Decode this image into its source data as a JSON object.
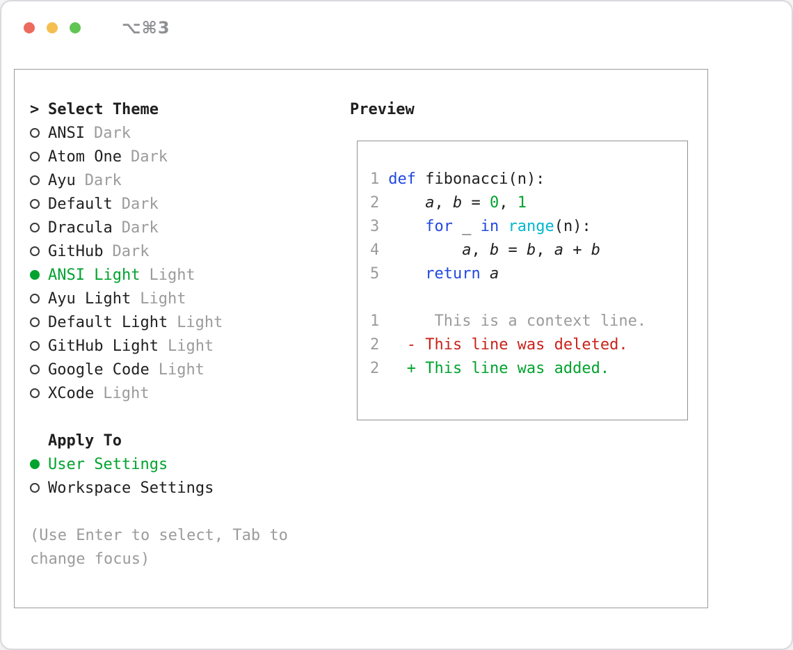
{
  "titlebar": {
    "shortcut": "⌥⌘3"
  },
  "colors": {
    "text": "#1f1f1f",
    "muted": "#9b9b9b",
    "green": "#00a32e",
    "red": "#c9231a",
    "blue": "#2148e0",
    "cyan": "#00b7cf",
    "border": "#9a9a9e",
    "traffic-red": "#ed6a5e",
    "traffic-yellow": "#f5bf4f",
    "traffic-green": "#61c554"
  },
  "theme_selector": {
    "prompt": ">",
    "title": "Select Theme",
    "items": [
      {
        "name": "ANSI",
        "variant": "Dark",
        "selected": false
      },
      {
        "name": "Atom One",
        "variant": "Dark",
        "selected": false
      },
      {
        "name": "Ayu",
        "variant": "Dark",
        "selected": false
      },
      {
        "name": "Default",
        "variant": "Dark",
        "selected": false
      },
      {
        "name": "Dracula",
        "variant": "Dark",
        "selected": false
      },
      {
        "name": "GitHub",
        "variant": "Dark",
        "selected": false
      },
      {
        "name": "ANSI Light",
        "variant": "Light",
        "selected": true
      },
      {
        "name": "Ayu Light",
        "variant": "Light",
        "selected": false
      },
      {
        "name": "Default Light",
        "variant": "Light",
        "selected": false
      },
      {
        "name": "GitHub Light",
        "variant": "Light",
        "selected": false
      },
      {
        "name": "Google Code",
        "variant": "Light",
        "selected": false
      },
      {
        "name": "XCode",
        "variant": "Light",
        "selected": false
      }
    ]
  },
  "apply_to": {
    "title": "Apply To",
    "options": [
      {
        "label": "User Settings",
        "selected": true
      },
      {
        "label": "Workspace Settings",
        "selected": false
      }
    ]
  },
  "hint_lines": [
    "(Use Enter to select, Tab to",
    "change focus)"
  ],
  "preview": {
    "title": "Preview",
    "code_lines": [
      {
        "num": "1",
        "tokens": [
          {
            "t": "def",
            "c": "kw"
          },
          {
            "t": " fibonacci(n):",
            "c": "p"
          }
        ]
      },
      {
        "num": "2",
        "tokens": [
          {
            "t": "    ",
            "c": "p"
          },
          {
            "t": "a",
            "c": "v"
          },
          {
            "t": ", ",
            "c": "p"
          },
          {
            "t": "b",
            "c": "v"
          },
          {
            "t": " = ",
            "c": "p"
          },
          {
            "t": "0",
            "c": "n"
          },
          {
            "t": ", ",
            "c": "p"
          },
          {
            "t": "1",
            "c": "n"
          }
        ]
      },
      {
        "num": "3",
        "tokens": [
          {
            "t": "    ",
            "c": "p"
          },
          {
            "t": "for",
            "c": "kw"
          },
          {
            "t": " _ ",
            "c": "p"
          },
          {
            "t": "in",
            "c": "kw"
          },
          {
            "t": " ",
            "c": "p"
          },
          {
            "t": "range",
            "c": "fn"
          },
          {
            "t": "(n):",
            "c": "p"
          }
        ]
      },
      {
        "num": "4",
        "tokens": [
          {
            "t": "        ",
            "c": "p"
          },
          {
            "t": "a",
            "c": "v"
          },
          {
            "t": ", ",
            "c": "p"
          },
          {
            "t": "b",
            "c": "v"
          },
          {
            "t": " = ",
            "c": "p"
          },
          {
            "t": "b",
            "c": "v"
          },
          {
            "t": ", ",
            "c": "p"
          },
          {
            "t": "a",
            "c": "v"
          },
          {
            "t": " + ",
            "c": "p"
          },
          {
            "t": "b",
            "c": "v"
          }
        ]
      },
      {
        "num": "5",
        "tokens": [
          {
            "t": "    ",
            "c": "p"
          },
          {
            "t": "return",
            "c": "kw"
          },
          {
            "t": " ",
            "c": "p"
          },
          {
            "t": "a",
            "c": "v"
          }
        ]
      }
    ],
    "diff_lines": [
      {
        "num": "1",
        "text": "     This is a context line.",
        "kind": "context"
      },
      {
        "num": "2",
        "text": "  - This line was deleted.",
        "kind": "deleted"
      },
      {
        "num": "2",
        "text": "  + This line was added.",
        "kind": "added"
      }
    ]
  }
}
